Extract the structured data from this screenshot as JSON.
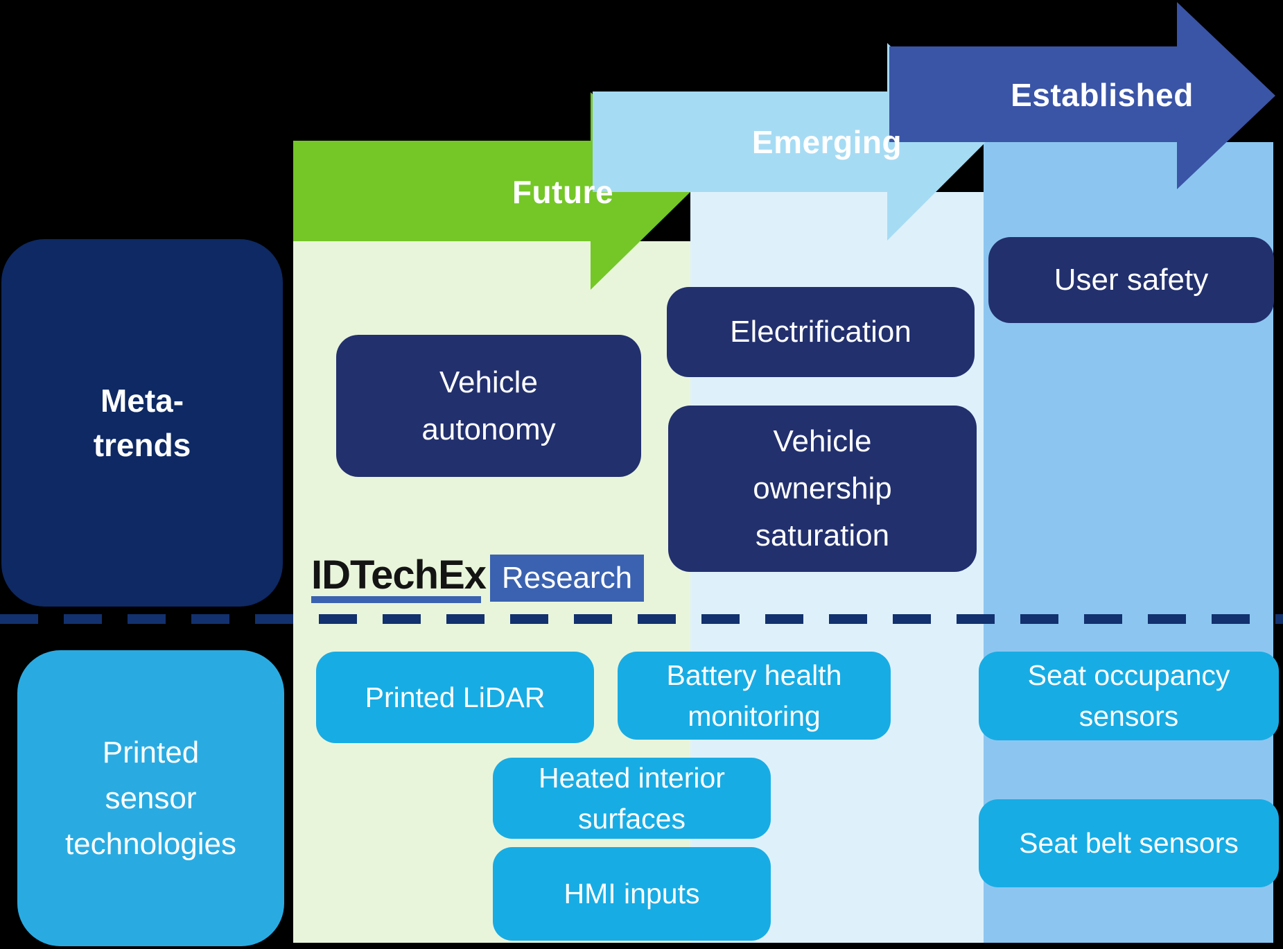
{
  "colors": {
    "background": "#000000",
    "future_arrow": "#74c727",
    "future_column": "#e9f5db",
    "emerging_arrow": "#a6dbf4",
    "emerging_column": "#def1fb",
    "established_arrow": "#3a54a6",
    "established_column": "#8cc6f0",
    "meta_box_navy": "#0e2963",
    "trend_box_navy": "#22306e",
    "tech_box_cyan": "#18ace4",
    "big_tech_box_cyan": "#29abe2",
    "divider_navy": "#12316e",
    "logo_brand_black": "#141414",
    "logo_research_blue": "#3a62b0",
    "white_text": "#ffffff"
  },
  "stages": [
    {
      "id": "future",
      "label": "Future"
    },
    {
      "id": "emerging",
      "label": "Emerging"
    },
    {
      "id": "established",
      "label": "Established"
    }
  ],
  "row_headers": {
    "meta_trends": {
      "lines": [
        "Meta-",
        "trends"
      ]
    },
    "printed_sensor_technologies": {
      "lines": [
        "Printed",
        "sensor",
        "technologies"
      ]
    }
  },
  "meta_trend_boxes": {
    "vehicle_autonomy": {
      "lines": [
        "Vehicle",
        "autonomy"
      ],
      "stage": "Future"
    },
    "electrification": {
      "lines": [
        "Electrification"
      ],
      "stage": "Emerging"
    },
    "vehicle_ownership_saturation": {
      "lines": [
        "Vehicle",
        "ownership",
        "saturation"
      ],
      "stage": "Emerging"
    },
    "user_safety": {
      "lines": [
        "User safety"
      ],
      "stage": "Established"
    }
  },
  "sensor_tech_boxes": {
    "printed_lidar": {
      "lines": [
        "Printed LiDAR"
      ],
      "stage": "Future"
    },
    "battery_health_monitoring": {
      "lines": [
        "Battery health",
        "monitoring"
      ],
      "stage": "Emerging"
    },
    "heated_interior_surfaces": {
      "lines": [
        "Heated interior",
        "surfaces"
      ],
      "stage": "Future/Emerging"
    },
    "hmi_inputs": {
      "lines": [
        "HMI inputs"
      ],
      "stage": "Future/Emerging"
    },
    "seat_occupancy_sensors": {
      "lines": [
        "Seat occupancy",
        "sensors"
      ],
      "stage": "Established"
    },
    "seat_belt_sensors": {
      "lines": [
        "Seat belt sensors"
      ],
      "stage": "Established"
    }
  },
  "logo": {
    "brand": "IDTechEx",
    "suffix": "Research"
  }
}
